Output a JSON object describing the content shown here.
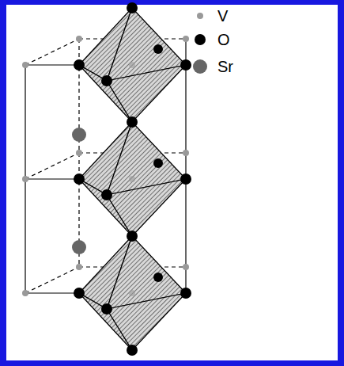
{
  "diagram": {
    "legend": [
      {
        "text": "V",
        "color": "#999999"
      },
      {
        "text": "O",
        "color": "#000000"
      },
      {
        "text": "Sr",
        "color": "#666666"
      }
    ]
  }
}
